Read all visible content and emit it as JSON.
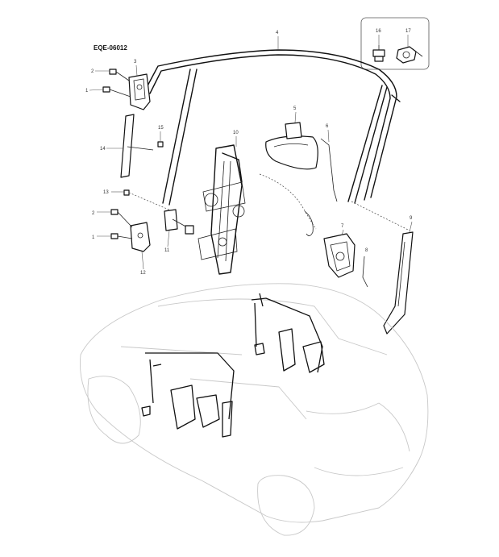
{
  "diagram_code": "EQE-06012",
  "callouts": {
    "c1_top": "1",
    "c2_top": "2",
    "c3": "3",
    "c4": "4",
    "c5": "5",
    "c6": "6",
    "c7": "7",
    "c8": "8",
    "c9": "9",
    "c10": "10",
    "c11": "11",
    "c12": "12",
    "c13": "13",
    "c14": "14",
    "c15": "15",
    "c16": "16",
    "c17": "17",
    "c2_bottom": "2",
    "c1_bottom": "1"
  },
  "colors": {
    "line": "#111111",
    "car_outline": "#c8c8c8",
    "leader": "#555555"
  }
}
